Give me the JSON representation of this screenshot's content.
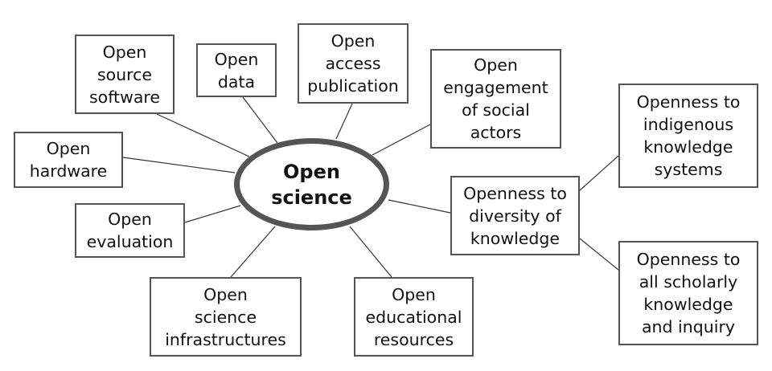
{
  "diagram": {
    "center": {
      "label": "Open\nscience"
    },
    "nodes": [
      {
        "id": "open-source-software",
        "label": "Open\nsource\nsoftware"
      },
      {
        "id": "open-data",
        "label": "Open\ndata"
      },
      {
        "id": "open-access-publication",
        "label": "Open\naccess\npublication"
      },
      {
        "id": "open-engagement-social-actors",
        "label": "Open\nengagement\nof social\nactors"
      },
      {
        "id": "open-hardware",
        "label": "Open\nhardware"
      },
      {
        "id": "open-evaluation",
        "label": "Open\nevaluation"
      },
      {
        "id": "open-science-infrastructures",
        "label": "Open\nscience\ninfrastructures"
      },
      {
        "id": "open-educational-resources",
        "label": "Open\neducational\nresources"
      },
      {
        "id": "openness-diversity-knowledge",
        "label": "Openness to\ndiversity of\nknowledge"
      },
      {
        "id": "openness-indigenous-knowledge",
        "label": "Openness to\nindigenous\nknowledge\nsystems"
      },
      {
        "id": "openness-scholarly-knowledge",
        "label": "Openness to\nall scholarly\nknowledge\nand inquiry"
      }
    ],
    "connections": [
      {
        "from": "center",
        "to": "open-source-software"
      },
      {
        "from": "center",
        "to": "open-data"
      },
      {
        "from": "center",
        "to": "open-access-publication"
      },
      {
        "from": "center",
        "to": "open-engagement-social-actors"
      },
      {
        "from": "center",
        "to": "open-hardware"
      },
      {
        "from": "center",
        "to": "open-evaluation"
      },
      {
        "from": "center",
        "to": "open-science-infrastructures"
      },
      {
        "from": "center",
        "to": "open-educational-resources"
      },
      {
        "from": "center",
        "to": "openness-diversity-knowledge"
      },
      {
        "from": "openness-diversity-knowledge",
        "to": "openness-indigenous-knowledge"
      },
      {
        "from": "openness-diversity-knowledge",
        "to": "openness-scholarly-knowledge"
      }
    ],
    "colors": {
      "border": "#555555",
      "line": "#333333",
      "text": "#111111"
    }
  }
}
